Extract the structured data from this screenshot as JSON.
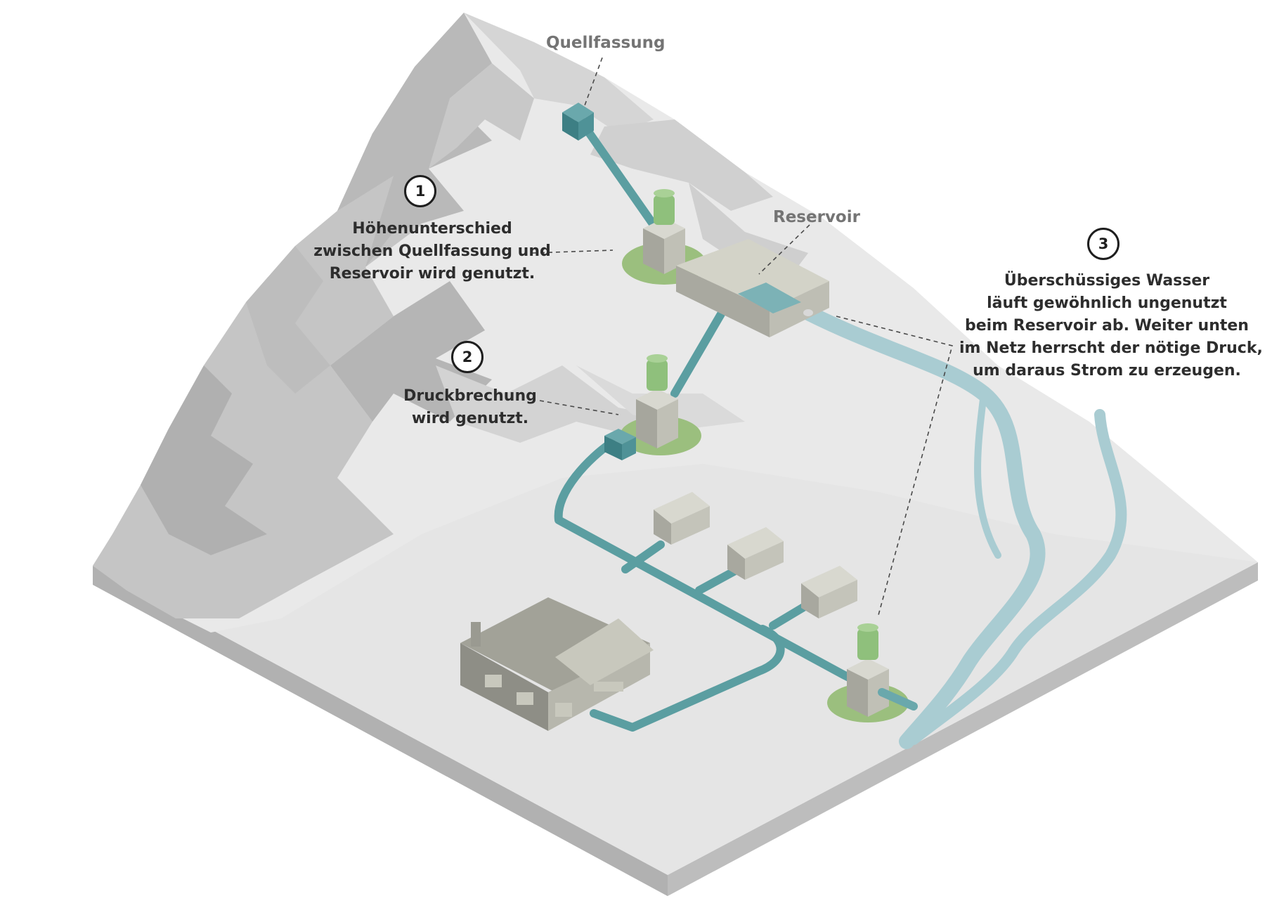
{
  "labels": {
    "quellfassung": "Quellfassung",
    "reservoir": "Reservoir"
  },
  "notes": [
    {
      "number": "1",
      "lines": [
        "Höhenunterschied",
        "zwischen Quellfassung und",
        "Reservoir wird genutzt."
      ]
    },
    {
      "number": "2",
      "lines": [
        "Druckbrechung",
        "wird genutzt."
      ]
    },
    {
      "number": "3",
      "lines": [
        "Überschüssiges Wasser",
        "läuft gewöhnlich ungenutzt",
        "beim Reservoir ab. Weiter unten",
        "im Netz herrscht der nötige Druck,",
        "um daraus Strom zu erzeugen."
      ]
    }
  ],
  "colors": {
    "pipe": "#5b9ea1",
    "river": "#a9ccd2",
    "turbine": "#8fc07c",
    "grass": "#9bbf7e",
    "building": "#c6c6bb",
    "ground": "#e4e4e4",
    "mountain": "#c9c9c9"
  }
}
